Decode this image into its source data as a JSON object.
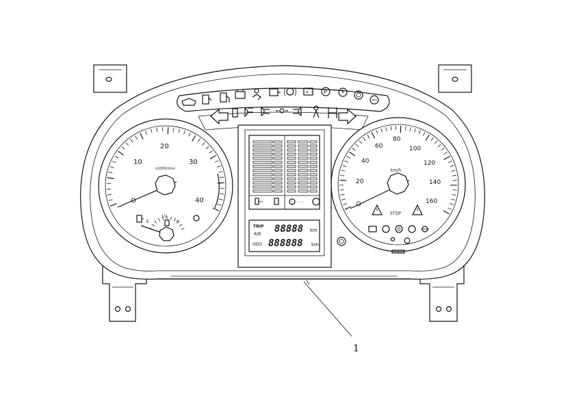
{
  "callout": {
    "number": "1"
  },
  "tachometer": {
    "labels": [
      "10",
      "20",
      "30",
      "40"
    ],
    "unit": "x1000r/min"
  },
  "fuel_gauge": {
    "labels": [
      "E",
      "1/2",
      "F"
    ]
  },
  "speedometer": {
    "labels": [
      "20",
      "40",
      "60",
      "80",
      "100",
      "120",
      "140",
      "160"
    ],
    "unit": "km/h"
  },
  "center_display": {
    "trip_label": "TRIP",
    "trip_value": "88888",
    "trip_unit": "km",
    "trip_ab": "A|B",
    "odo_label": "ODO",
    "odo_value": "888888",
    "odo_unit": "km"
  },
  "warning": {
    "stop_label": "STOP"
  }
}
